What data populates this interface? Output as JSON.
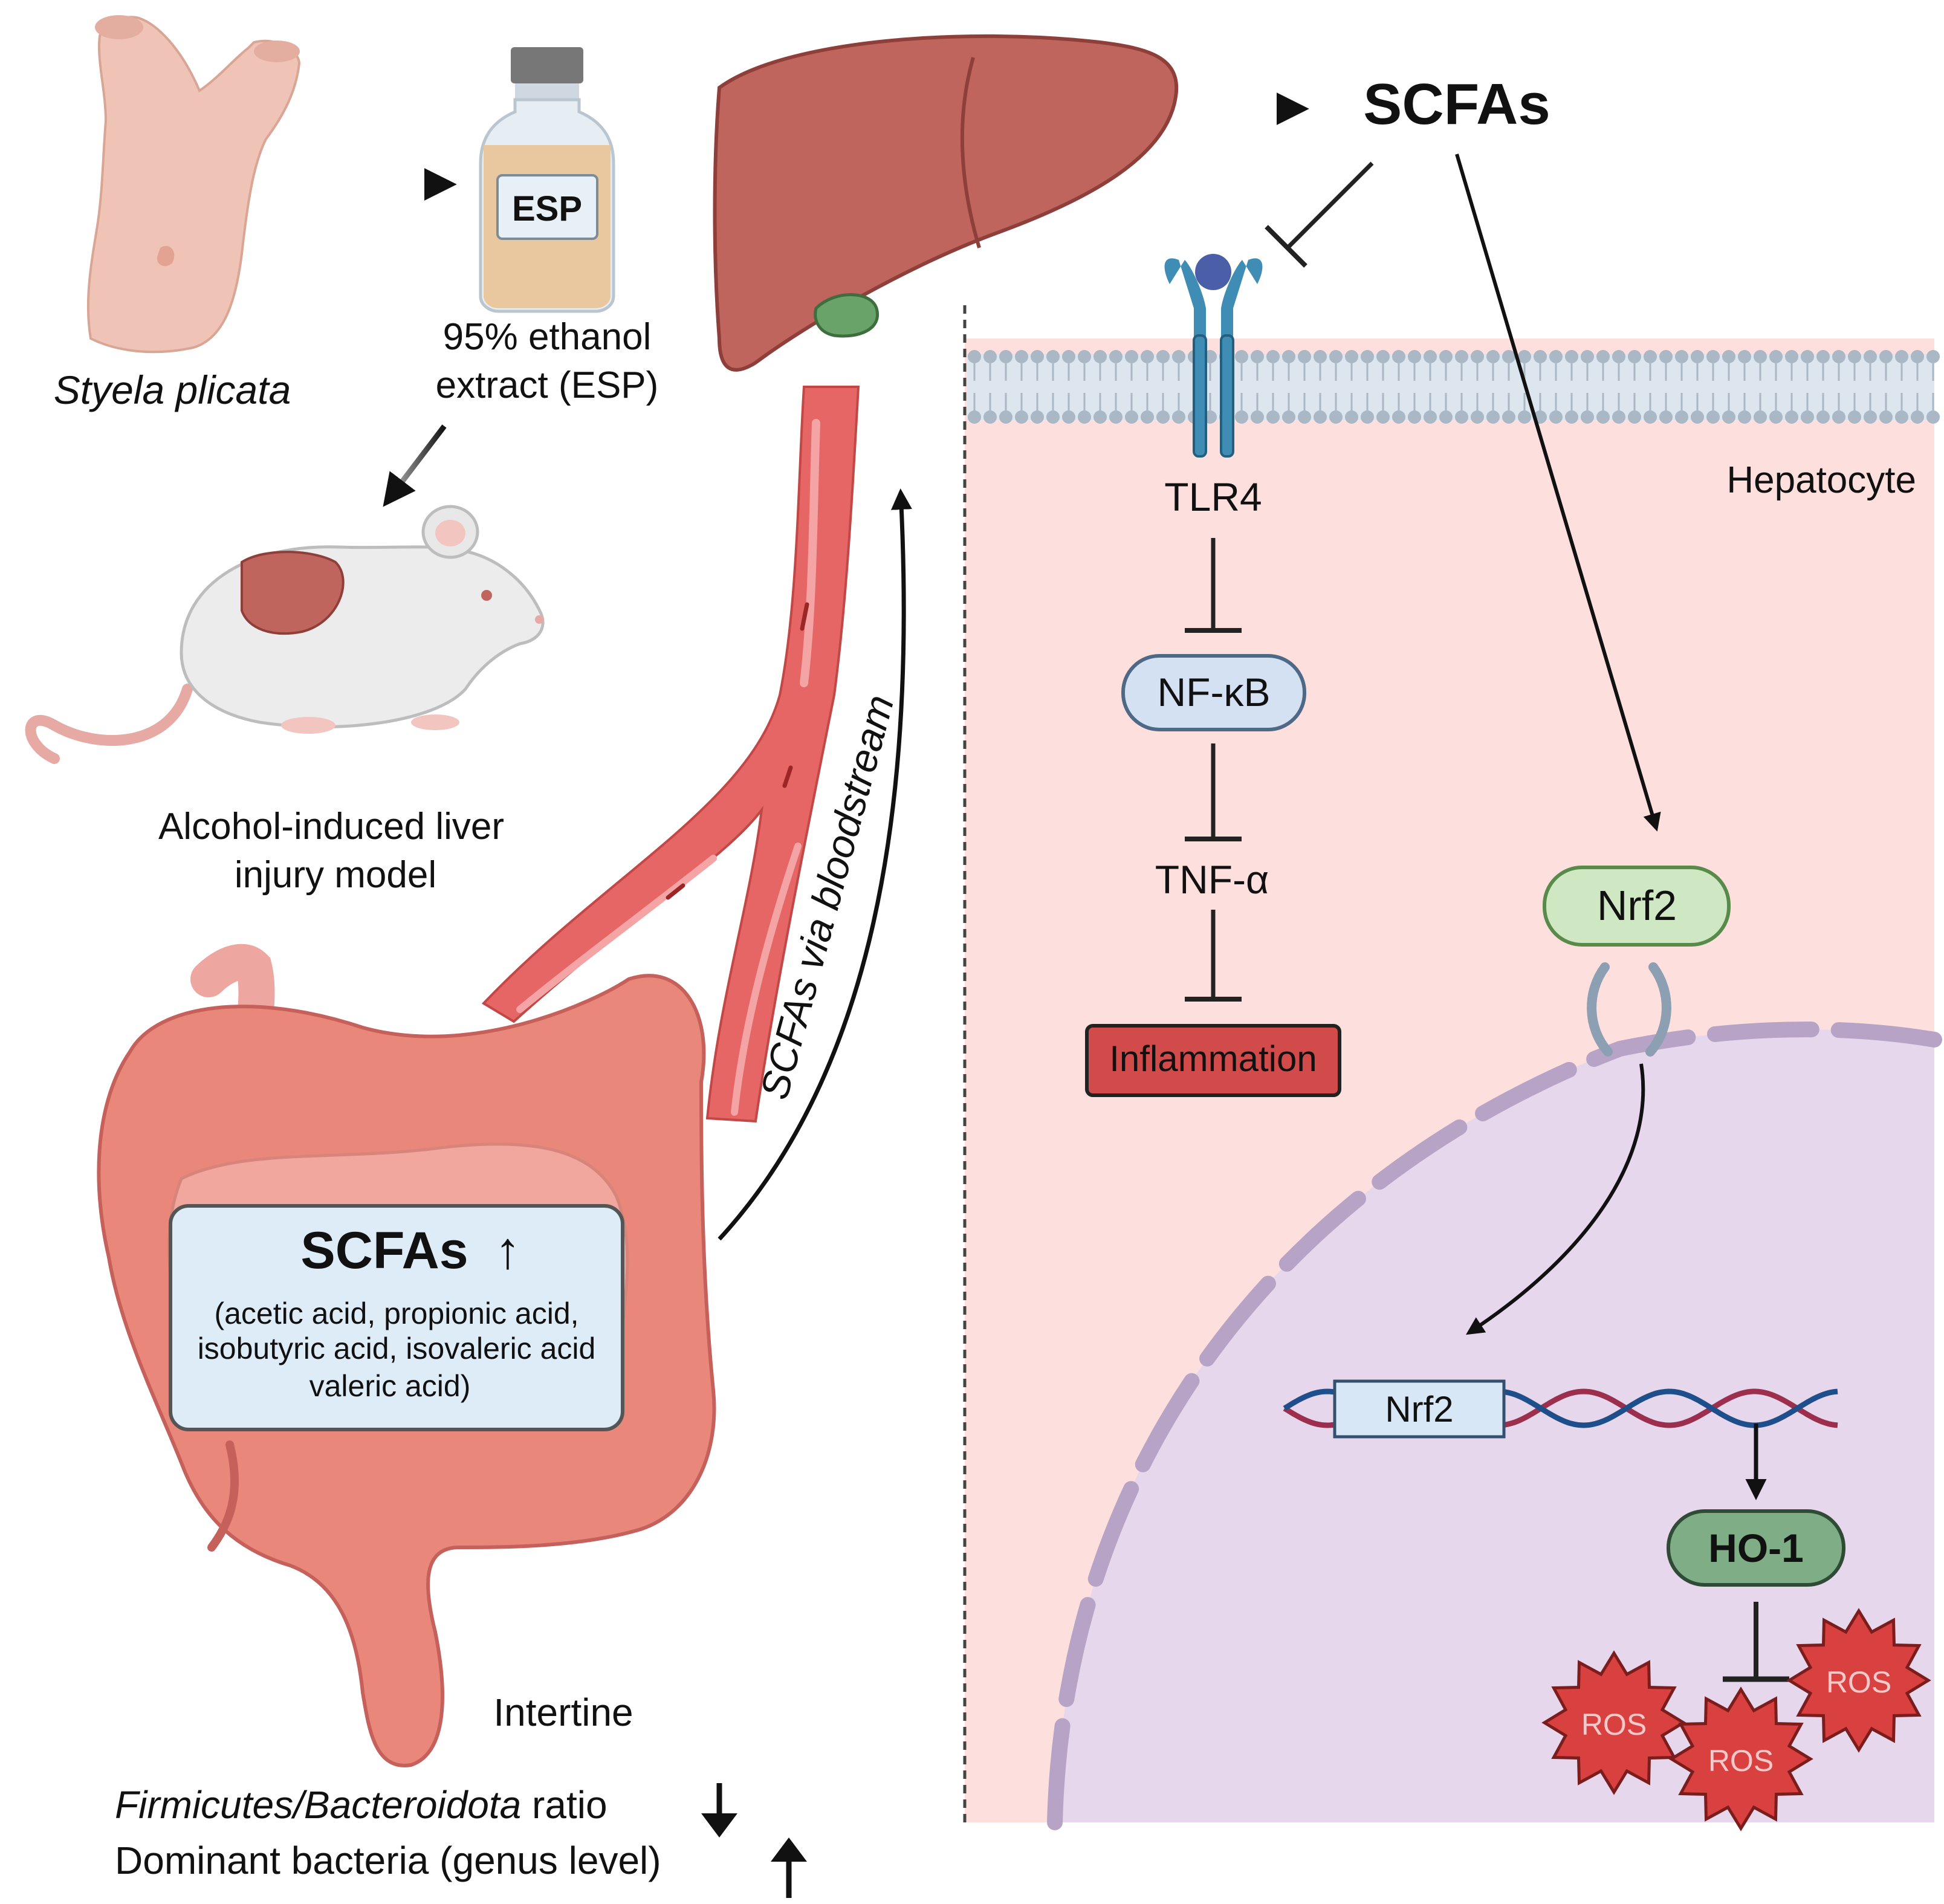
{
  "source": {
    "organism": "Styela plicata",
    "bottle_label": "ESP",
    "extract_line1": "95% ethanol",
    "extract_line2": "extract (ESP)"
  },
  "mouse": {
    "label_line1": "Alcohol-induced liver",
    "label_line2": "injury model"
  },
  "bloodstream": {
    "label": "SCFAs via bloodstream"
  },
  "intestine": {
    "box_title": "SCFAs",
    "box_arrow": "↑",
    "acids_line1": "(acetic acid, propionic acid,",
    "acids_line2": "isobutyric acid, isovaleric acid",
    "acids_line3": "valeric acid)",
    "label": "Intertine",
    "ratio_italic1": "Firmicutes",
    "ratio_slash": "/",
    "ratio_italic2": "Bacteroidota",
    "ratio_rest": " ratio",
    "dominant": "Dominant bacteria (genus level)"
  },
  "liver_panel": {
    "scfas": "SCFAs",
    "cell_label": "Hepatocyte",
    "tlr4": "TLR4",
    "nfkb": "NF-κB",
    "tnf": "TNF-α",
    "inflammation": "Inflammation",
    "nrf2_cyto": "Nrf2",
    "nrf2_gene": "Nrf2",
    "ho1": "HO-1",
    "ros1": "ROS",
    "ros2": "ROS",
    "ros3": "ROS"
  },
  "colors": {
    "hepatocyte_bg": "#fde0dd",
    "nucleus": "#e8d8ec",
    "liver": "#c0655e",
    "intestine": "#e8877a",
    "vessel": "#d95a5a",
    "receptor": "#3f8db5",
    "nfkb_fill": "#d3e1f3",
    "nrf2_fill": "#cfe8c3",
    "ho1_fill": "#7fae86",
    "inflammation_fill": "#d24b4b",
    "ros_fill": "#d94141",
    "scfa_box_fill": "#deecf8"
  }
}
